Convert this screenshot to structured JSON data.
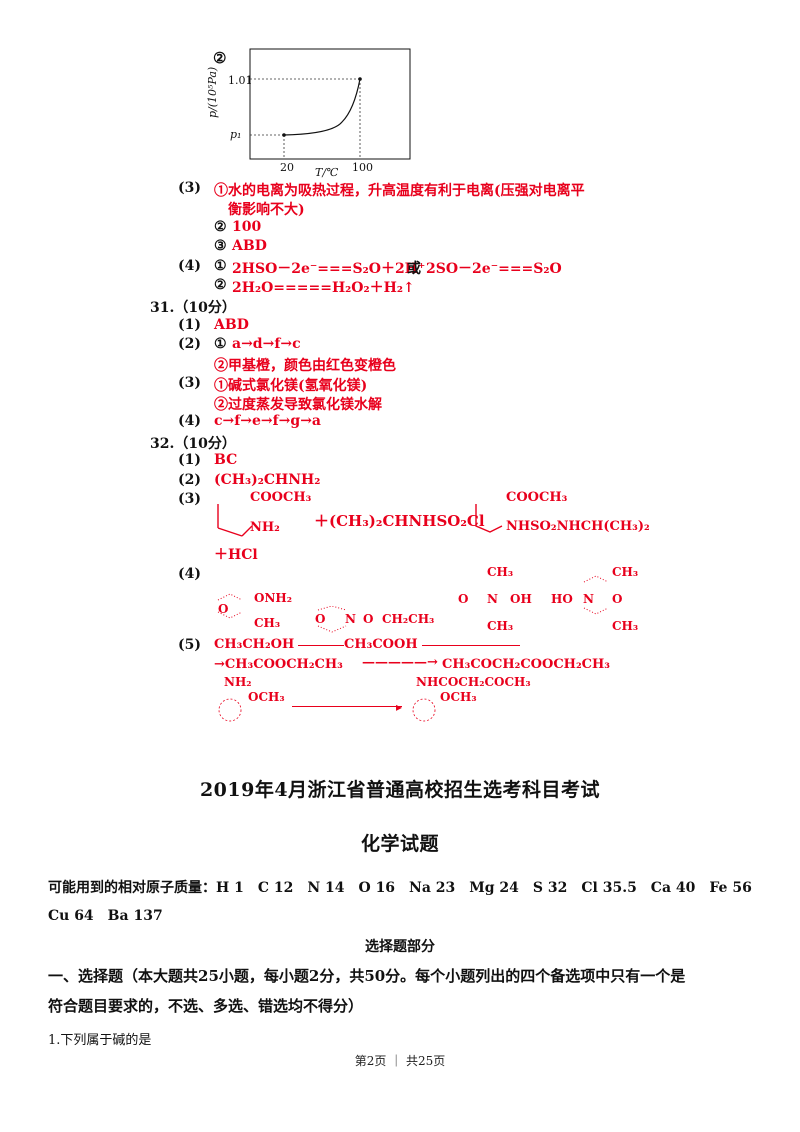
{
  "graph": {
    "marker": "②",
    "ylabel": "p/(10⁵Pa)",
    "y_top": "1.01",
    "y_low": "p₁",
    "xlabel": "T/℃",
    "x1": "20",
    "x2": "100"
  },
  "q30_part3": {
    "label": "(3)",
    "a1_l1": "①水的电离为吸热过程，升高温度有利于电离(压强对电离平",
    "a1_l2": "衡影响不大)",
    "a2_num": "②",
    "a2": "100",
    "a3_num": "③",
    "a3": "ABD"
  },
  "q30_part4": {
    "label": "(4)",
    "a1_num": "①",
    "a1": "2HSO－2e⁻===S₂O＋2H⁺",
    "a1_or": "或",
    "a1_b": "2SO－2e⁻===S₂O",
    "a2_num": "②",
    "a2": "2H₂O=====H₂O₂＋H₂↑"
  },
  "q31": {
    "heading": "31.（10分）",
    "p1_label": "(1)",
    "p1": "ABD",
    "p2_label": "(2)",
    "p2_a": "a→d→f→c",
    "p2_a_num": "①",
    "p2_b": "②甲基橙，颜色由红色变橙色",
    "p3_label": "(3)",
    "p3_a": "①碱式氯化镁(氢氧化镁)",
    "p3_b": "②过度蒸发导致氯化镁水解",
    "p4_label": "(4)",
    "p4": "c→f→e→f→g→a"
  },
  "q32": {
    "heading": "32.（10分）",
    "p1_label": "(1)",
    "p1": "BC",
    "p2_label": "(2)",
    "p2": "(CH₃)₂CHNH₂",
    "p3_label": "(3)",
    "p3_cooch3_a": "COOCH₃",
    "p3_nh2": "NH₂",
    "p3_plus": "＋(CH₃)₂CHNHSO₂Cl",
    "p3_cooch3_b": "COOCH₃",
    "p3_product": "NHSO₂NHCH(CH₃)₂",
    "p3_hcl": "＋HCl",
    "p4_label": "(4)",
    "p4_s1_onh2": "ONH₂",
    "p4_s1_o": "O",
    "p4_s1_ch3": "CH₃",
    "p4_s2_n": "N",
    "p4_s2_o": "O",
    "p4_s2_o2": "O",
    "p4_s2_chain": "CH₂CH₃",
    "p4_s3_ch3a": "CH₃",
    "p4_s3_o": "O",
    "p4_s3_n": "N",
    "p4_s3_oh": "OH",
    "p4_s3_ch3b": "CH₃",
    "p4_s4_ch3a": "CH₃",
    "p4_s4_ho": "HO",
    "p4_s4_n": "N",
    "p4_s4_o": "O",
    "p4_s4_ch3b": "CH₃",
    "p5_label": "(5)",
    "p5_l1a": "CH₃CH₂OH",
    "p5_l1b": "CH₃COOH",
    "p5_l2a": "→CH₃COOCH₂CH₃",
    "p5_l2b": "CH₃COCH₂COOCH₂CH₃",
    "p5_nh2": "NH₂",
    "p5_och3a": "OCH₃",
    "p5_nhco": "NHCOCH₂COCH₃",
    "p5_och3b": "OCH₃"
  },
  "exam": {
    "title": "2019年4月浙江省普通高校招生选考科目考试",
    "subtitle": "化学试题",
    "masses_l1": "可能用到的相对原子质量：H 1　C 12　N 14　O 16　Na 23　Mg 24　S 32　Cl 35.5　Ca 40　Fe 56",
    "masses_l2": "Cu 64　Ba 137",
    "section": "选择题部分",
    "instr_l1": "一、选择题（本大题共25小题，每小题2分，共50分。每个小题列出的四个备选项中只有一个是",
    "instr_l2": "符合题目要求的，不选、多选、错选均不得分）",
    "q1": "1.下列属于碱的是"
  },
  "footer": {
    "text": "第2页 ｜ 共25页"
  }
}
